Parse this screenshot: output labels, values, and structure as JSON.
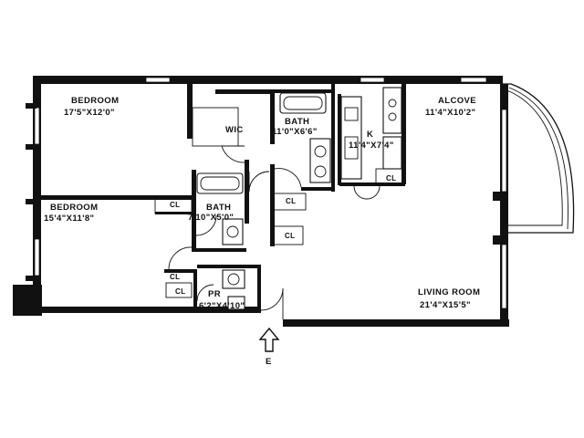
{
  "rooms": {
    "bedroom1": {
      "name": "BEDROOM",
      "size": "17'5\"X12'0\""
    },
    "wic": {
      "name": "WIC"
    },
    "bath1": {
      "name": "BATH",
      "size": "11'0\"X6'6\""
    },
    "kitchen": {
      "name": "K",
      "size": "11'4\"X7'4\""
    },
    "alcove": {
      "name": "ALCOVE",
      "size": "11'4\"X10'2\""
    },
    "bedroom2": {
      "name": "BEDROOM",
      "size": "15'4\"X11'8\""
    },
    "bath2": {
      "name": "BATH",
      "size": "7'10\"X5'0\""
    },
    "powder_room": {
      "name": "PR",
      "size": "6'2\"X4'10\""
    },
    "living_room": {
      "name": "LIVING ROOM",
      "size": "21'4\"X15'5\""
    }
  },
  "closets": [
    "CL",
    "CL",
    "CL",
    "CL",
    "CL",
    "CL"
  ],
  "entrance": {
    "label": "E"
  }
}
